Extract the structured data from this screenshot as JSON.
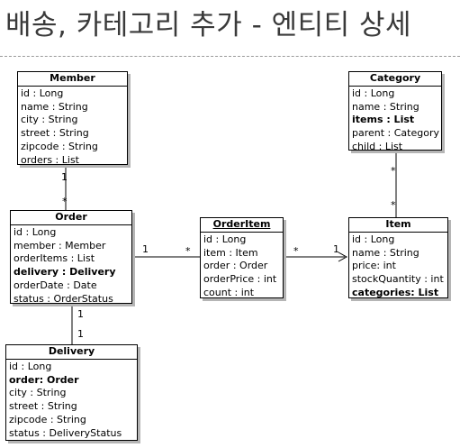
{
  "title": "배송, 카테고리 추가 - 엔티티 상세",
  "entities": {
    "member": {
      "name": "Member",
      "fields": [
        "id : Long",
        "name : String",
        "city : String",
        "street : String",
        "zipcode : String",
        "orders : List"
      ]
    },
    "order": {
      "name": "Order",
      "fields": [
        "id : Long",
        "member : Member",
        "orderItems : List",
        "delivery : Delivery",
        "orderDate : Date",
        "status : OrderStatus"
      ],
      "bold_fields": [
        "delivery : Delivery"
      ]
    },
    "delivery": {
      "name": "Delivery",
      "fields": [
        "id : Long",
        "order: Order",
        "city : String",
        "street : String",
        "zipcode : String",
        "status : DeliveryStatus"
      ],
      "bold_fields": [
        "order: Order"
      ]
    },
    "orderitem": {
      "name": "OrderItem",
      "fields": [
        "id : Long",
        "item : Item",
        "order : Order",
        "orderPrice : int",
        "count : int"
      ]
    },
    "category": {
      "name": "Category",
      "fields": [
        "id : Long",
        "name : String",
        "items : List",
        "parent : Category",
        "child : List"
      ],
      "bold_fields": [
        "items : List"
      ]
    },
    "item": {
      "name": "Item",
      "fields": [
        "id : Long",
        "name : String",
        "price: int",
        "stockQuantity : int",
        "categories: List"
      ],
      "bold_fields": [
        "categories: List"
      ]
    }
  },
  "multiplicities": {
    "member_order_top": "1",
    "member_order_bottom": "*",
    "order_orderitem_left": "1",
    "order_orderitem_right": "*",
    "orderitem_item_left": "*",
    "orderitem_item_right": "1",
    "category_item_top": "*",
    "category_item_bottom": "*",
    "order_delivery_top": "1",
    "order_delivery_bottom": "1"
  }
}
